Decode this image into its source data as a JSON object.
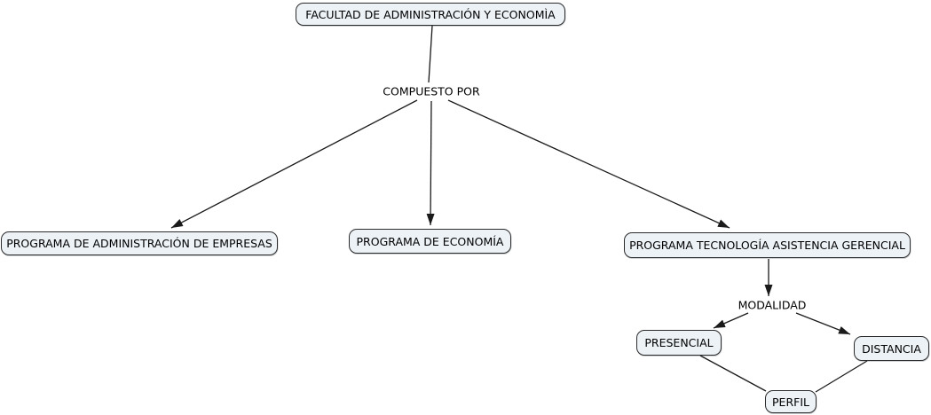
{
  "diagram": {
    "title": "Concept map: Facultad de Administración y Economía",
    "nodes": {
      "faculty": "FACULTAD DE ADMINISTRACIÓN Y ECONOMÌA",
      "program_admin": "PROGRAMA DE ADMINISTRACIÓN DE EMPRESAS",
      "program_econ": "PROGRAMA DE ECONOMÍA",
      "program_tech": "PROGRAMA TECNOLOGÍA ASISTENCIA GERENCIAL",
      "presencial": "PRESENCIAL",
      "distancia": "DISTANCIA",
      "perfil": "PERFIL"
    },
    "link_labels": {
      "compuesto_por": "COMPUESTO POR",
      "modalidad": "MODALIDAD"
    },
    "edges": [
      {
        "from": "faculty",
        "to": "compuesto_por",
        "arrow": false
      },
      {
        "from": "compuesto_por",
        "to": "program_admin",
        "arrow": true
      },
      {
        "from": "compuesto_por",
        "to": "program_econ",
        "arrow": true
      },
      {
        "from": "compuesto_por",
        "to": "program_tech",
        "arrow": true
      },
      {
        "from": "program_tech",
        "to": "modalidad",
        "arrow": true
      },
      {
        "from": "modalidad",
        "to": "presencial",
        "arrow": true
      },
      {
        "from": "modalidad",
        "to": "distancia",
        "arrow": true
      },
      {
        "from": "presencial",
        "to": "perfil",
        "arrow": false
      },
      {
        "from": "distancia",
        "to": "perfil",
        "arrow": false
      }
    ],
    "colors": {
      "node_fill": "#edf2f7",
      "node_border": "#2b2b2b",
      "line_color": "#1a1a1a",
      "text_color": "#000000",
      "canvas_bg": "#ffffff"
    }
  }
}
